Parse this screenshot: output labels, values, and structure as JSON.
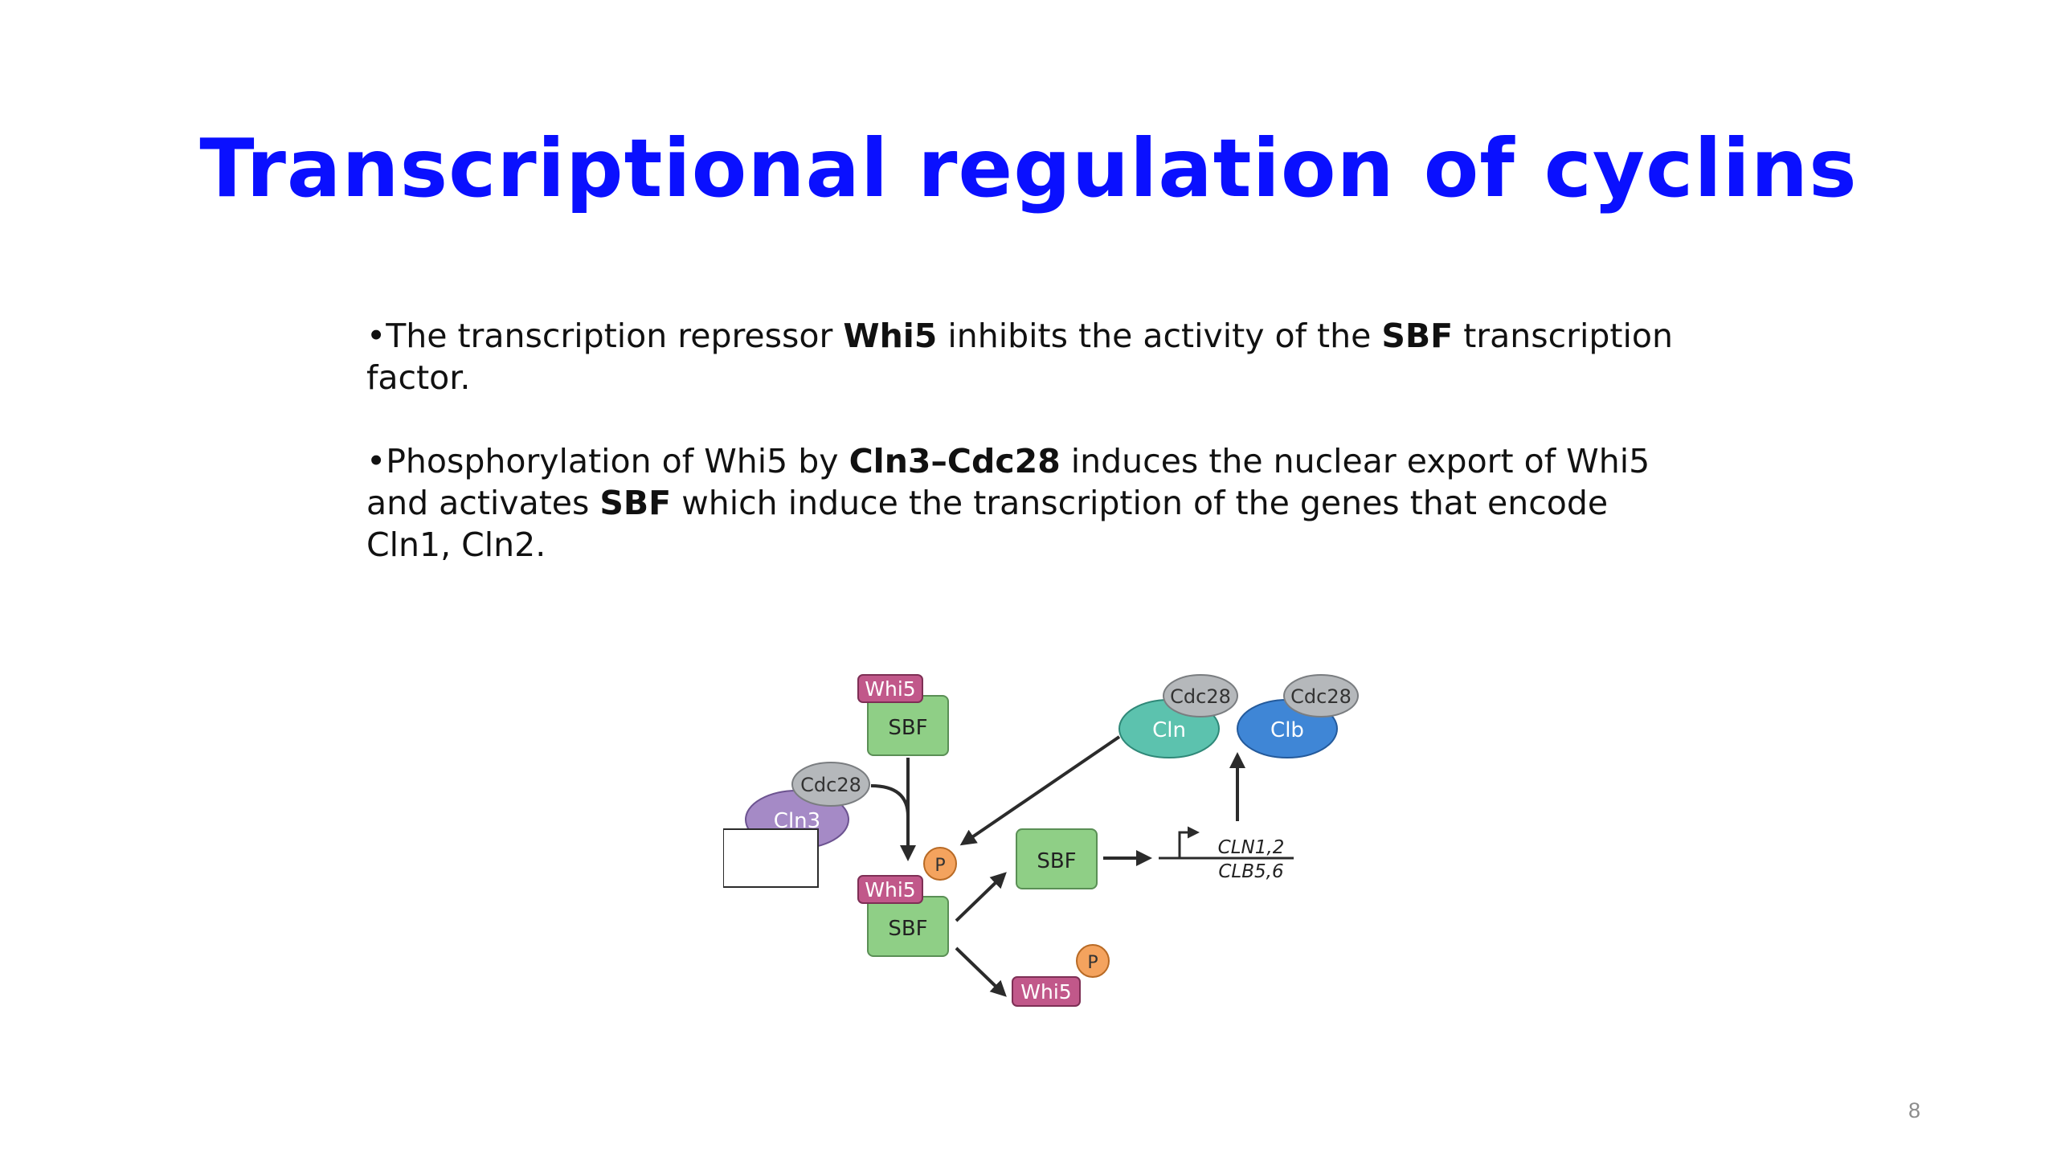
{
  "slide": {
    "title": "Transcriptional regulation of cyclins",
    "page_number": "8"
  },
  "paragraph1": {
    "bullet": "•",
    "t1": "The transcription repressor ",
    "b1": "Whi5",
    "t2": " inhibits the activity of the ",
    "b2": "SBF",
    "t3": "  transcription factor."
  },
  "paragraph2": {
    "bullet": "•",
    "t1": "Phosphorylation of Whi5 by ",
    "b1": "Cln3–Cdc28",
    "t2": " induces the nuclear export of Whi5 and activates ",
    "b2": "SBF",
    "t3": " which induce the transcription of the genes that encode Cln1, Cln2."
  },
  "diagram": {
    "whi5": "Whi5",
    "sbf": "SBF",
    "cdc28": "Cdc28",
    "cln3": "Cln3",
    "cln": "Cln",
    "clb": "Clb",
    "phospho": "P",
    "gene1": "CLN1,2",
    "gene2": "CLB5,6",
    "colors": {
      "whi5": "#c1588a",
      "sbf": "#8fcf86",
      "cdc28": "#b5b8bb",
      "cln3": "#a58ac6",
      "cln": "#5cc2ae",
      "clb": "#3f86d6",
      "phospho": "#f4a35e"
    }
  }
}
